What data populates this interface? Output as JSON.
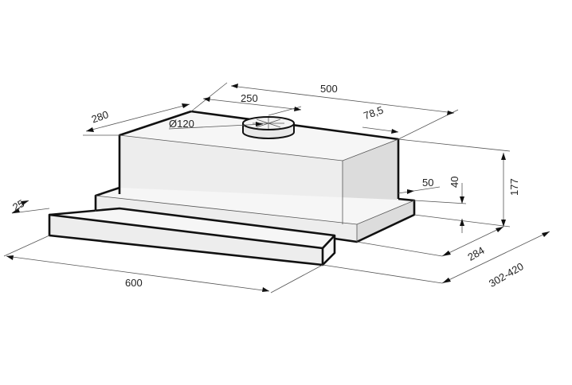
{
  "diagram": {
    "dimensions": {
      "width_600": "600",
      "depth_280": "280",
      "top_500": "500",
      "offset_250": "250",
      "offset_78_5": "78,5",
      "duct_diameter": "Ø120",
      "height_177": "177",
      "step_50": "50",
      "step_40": "40",
      "depth_284": "284",
      "depth_302_420": "302-420",
      "front_25": "25"
    }
  }
}
